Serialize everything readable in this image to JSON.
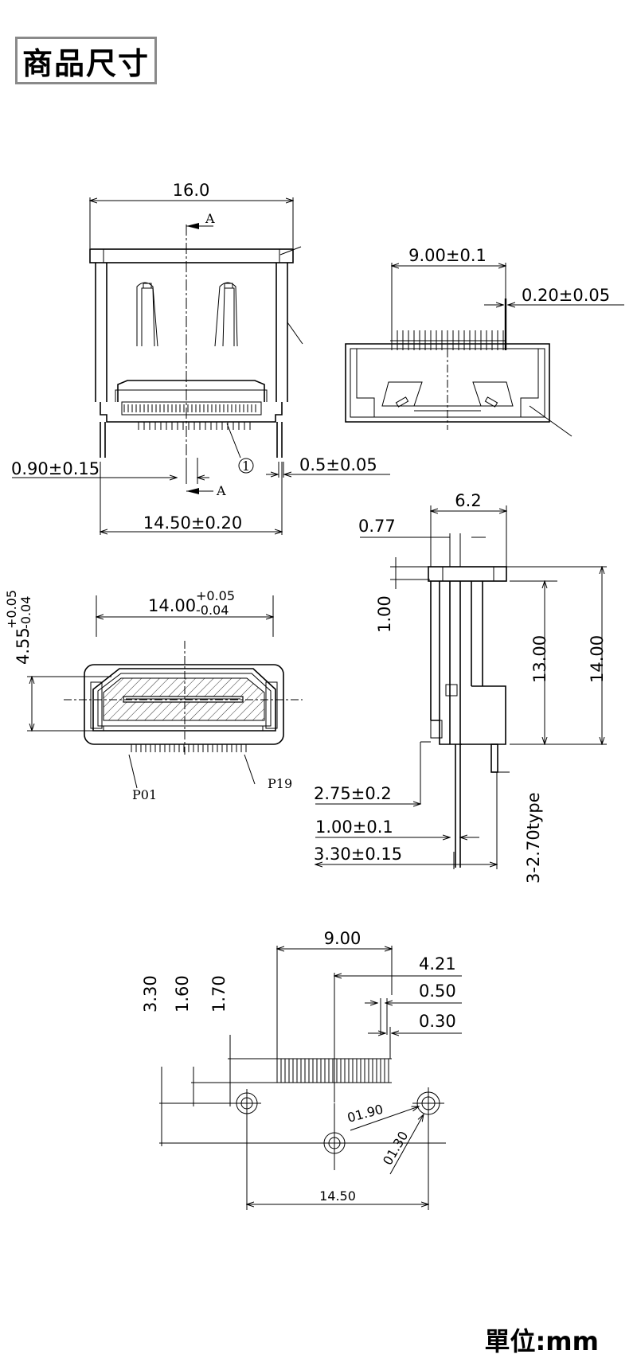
{
  "header": {
    "title": "商品尺寸"
  },
  "footer": {
    "unit": "單位:mm"
  },
  "front_view": {
    "width": "16.0",
    "section": "A",
    "section2": "A",
    "pitch": "0.90±0.15",
    "pin_width": "0.5±0.05",
    "pin_span": "14.50±0.20",
    "callout": "1"
  },
  "top_view": {
    "width": "9.00±0.1",
    "pin_thickness": "0.20±0.05"
  },
  "end_view": {
    "width_base": "14.00",
    "width_tol_plus": "+0.05",
    "width_tol_minus": "-0.04",
    "height_base": "4.55",
    "height_tol_plus": "+0.05",
    "height_tol_minus": "-0.04",
    "pin_first": "P01",
    "pin_last": "P19"
  },
  "side_view": {
    "depth": "6.2",
    "flange": "0.77",
    "step": "1.00",
    "height_inner": "13.00",
    "height_total": "14.00",
    "leg1": "2.75±0.2",
    "leg2": "1.00±0.1",
    "leg3": "3.30±0.15",
    "tail": "3-2.70type"
  },
  "footprint": {
    "row_width": "9.00",
    "offset": "4.21",
    "pitch": "0.50",
    "pad_width": "0.30",
    "v1": "3.30",
    "v2": "1.60",
    "v3": "1.70",
    "hole_small": "01.90",
    "hole_large": "01.30",
    "hole_span": "14.50"
  }
}
